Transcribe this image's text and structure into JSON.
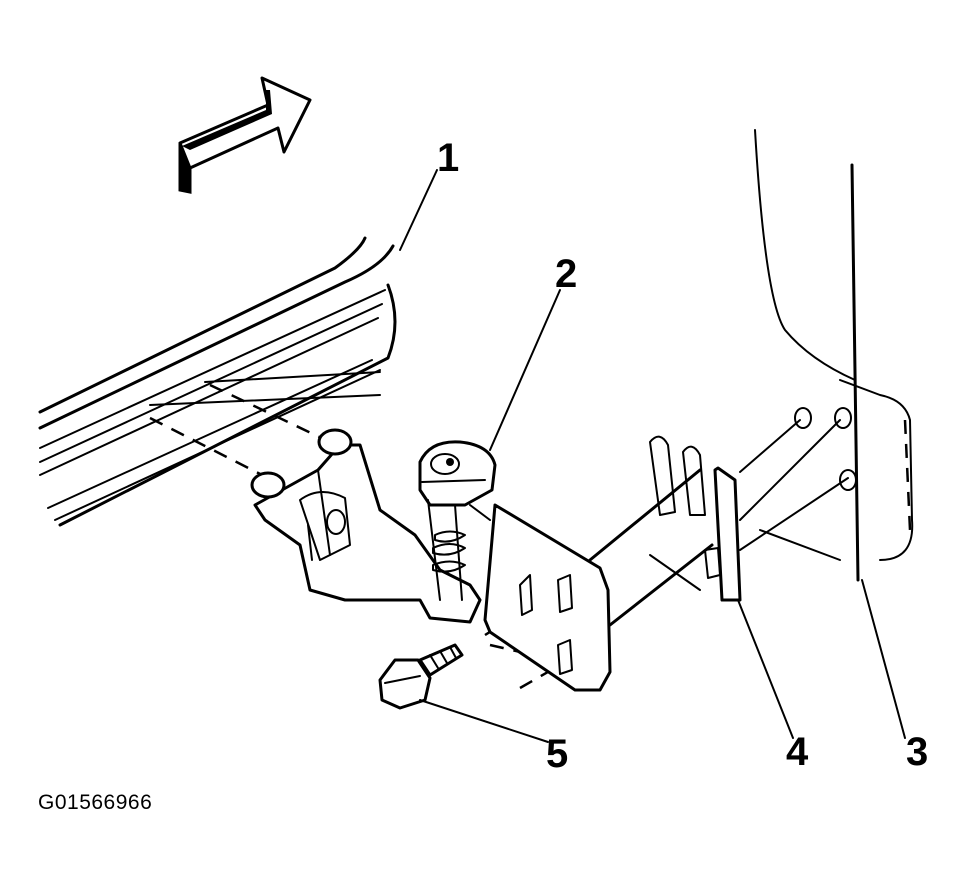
{
  "diagram": {
    "callouts": [
      {
        "id": "1",
        "label": "1"
      },
      {
        "id": "2",
        "label": "2"
      },
      {
        "id": "3",
        "label": "3"
      },
      {
        "id": "4",
        "label": "4"
      },
      {
        "id": "5",
        "label": "5"
      }
    ],
    "figure_id": "G01566966",
    "colors": {
      "ink": "#000000",
      "paper": "#ffffff"
    }
  }
}
